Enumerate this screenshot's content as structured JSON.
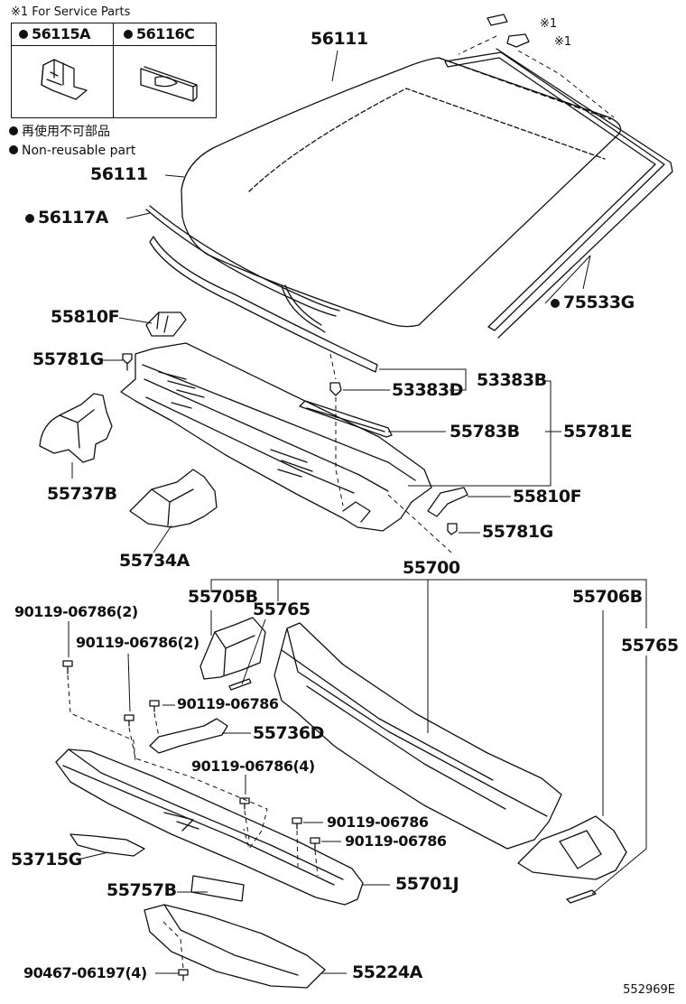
{
  "service_note": "※1 For Service Parts",
  "service_parts": [
    "56115A",
    "56116C"
  ],
  "legend": {
    "jp": "再使用不可部品",
    "en": "Non-reusable part"
  },
  "mark_note": "※1",
  "labels": {
    "p56111_top": "56111",
    "p56111_left": "56111",
    "p56117A": "56117A",
    "p75533G": "75533G",
    "p55810F_a": "55810F",
    "p55781G_a": "55781G",
    "p53383D": "53383D",
    "p53383B": "53383B",
    "p55783B": "55783B",
    "p55781E": "55781E",
    "p55737B": "55737B",
    "p55810F_b": "55810F",
    "p55781G_b": "55781G",
    "p55734A": "55734A",
    "p55700": "55700",
    "p55705B": "55705B",
    "p55765_a": "55765",
    "p55706B": "55706B",
    "p55765_b": "55765",
    "b90119_1": "90119-06786(2)",
    "b90119_2": "90119-06786(2)",
    "b90119_3": "90119-06786",
    "p55736D": "55736D",
    "b90119_4": "90119-06786(4)",
    "b90119_5": "90119-06786",
    "b90119_6": "90119-06786",
    "p53715G": "53715G",
    "p55757B": "55757B",
    "p55701J": "55701J",
    "b90467": "90467-06197(4)",
    "p55224A": "55224A"
  },
  "diagram_id": "552969E"
}
